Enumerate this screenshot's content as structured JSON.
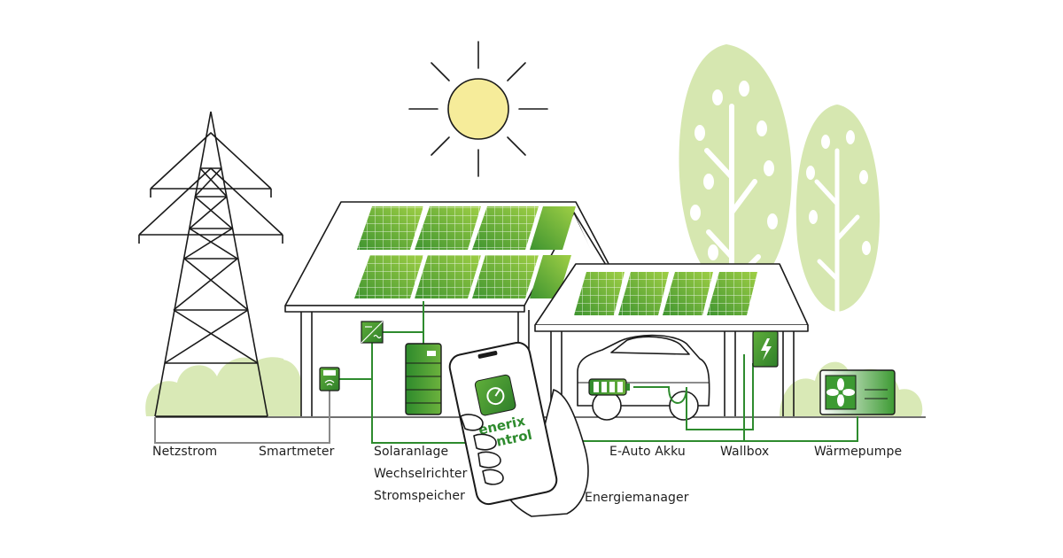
{
  "labels": {
    "grid": "Netzstrom",
    "smartmeter": "Smartmeter",
    "solar": "Solaranlage",
    "inverter": "Wechselrichter",
    "storage": "Stromspeicher",
    "energy_manager": "Energiemanager",
    "ev_battery": "E-Auto Akku",
    "wallbox": "Wallbox",
    "heat_pump": "Wärmepumpe"
  },
  "app": {
    "brand_line1": "enerix",
    "brand_line2": "Control"
  },
  "colors": {
    "line_dark": "#1a1a1a",
    "connection_green": "#2e8b2e",
    "connection_gray": "#8a8a8a",
    "panel_green_dark": "#3f9a2f",
    "panel_green_light": "#a9d24a",
    "tree_light": "#d8e8b4",
    "sun": "#f6ec9a"
  }
}
